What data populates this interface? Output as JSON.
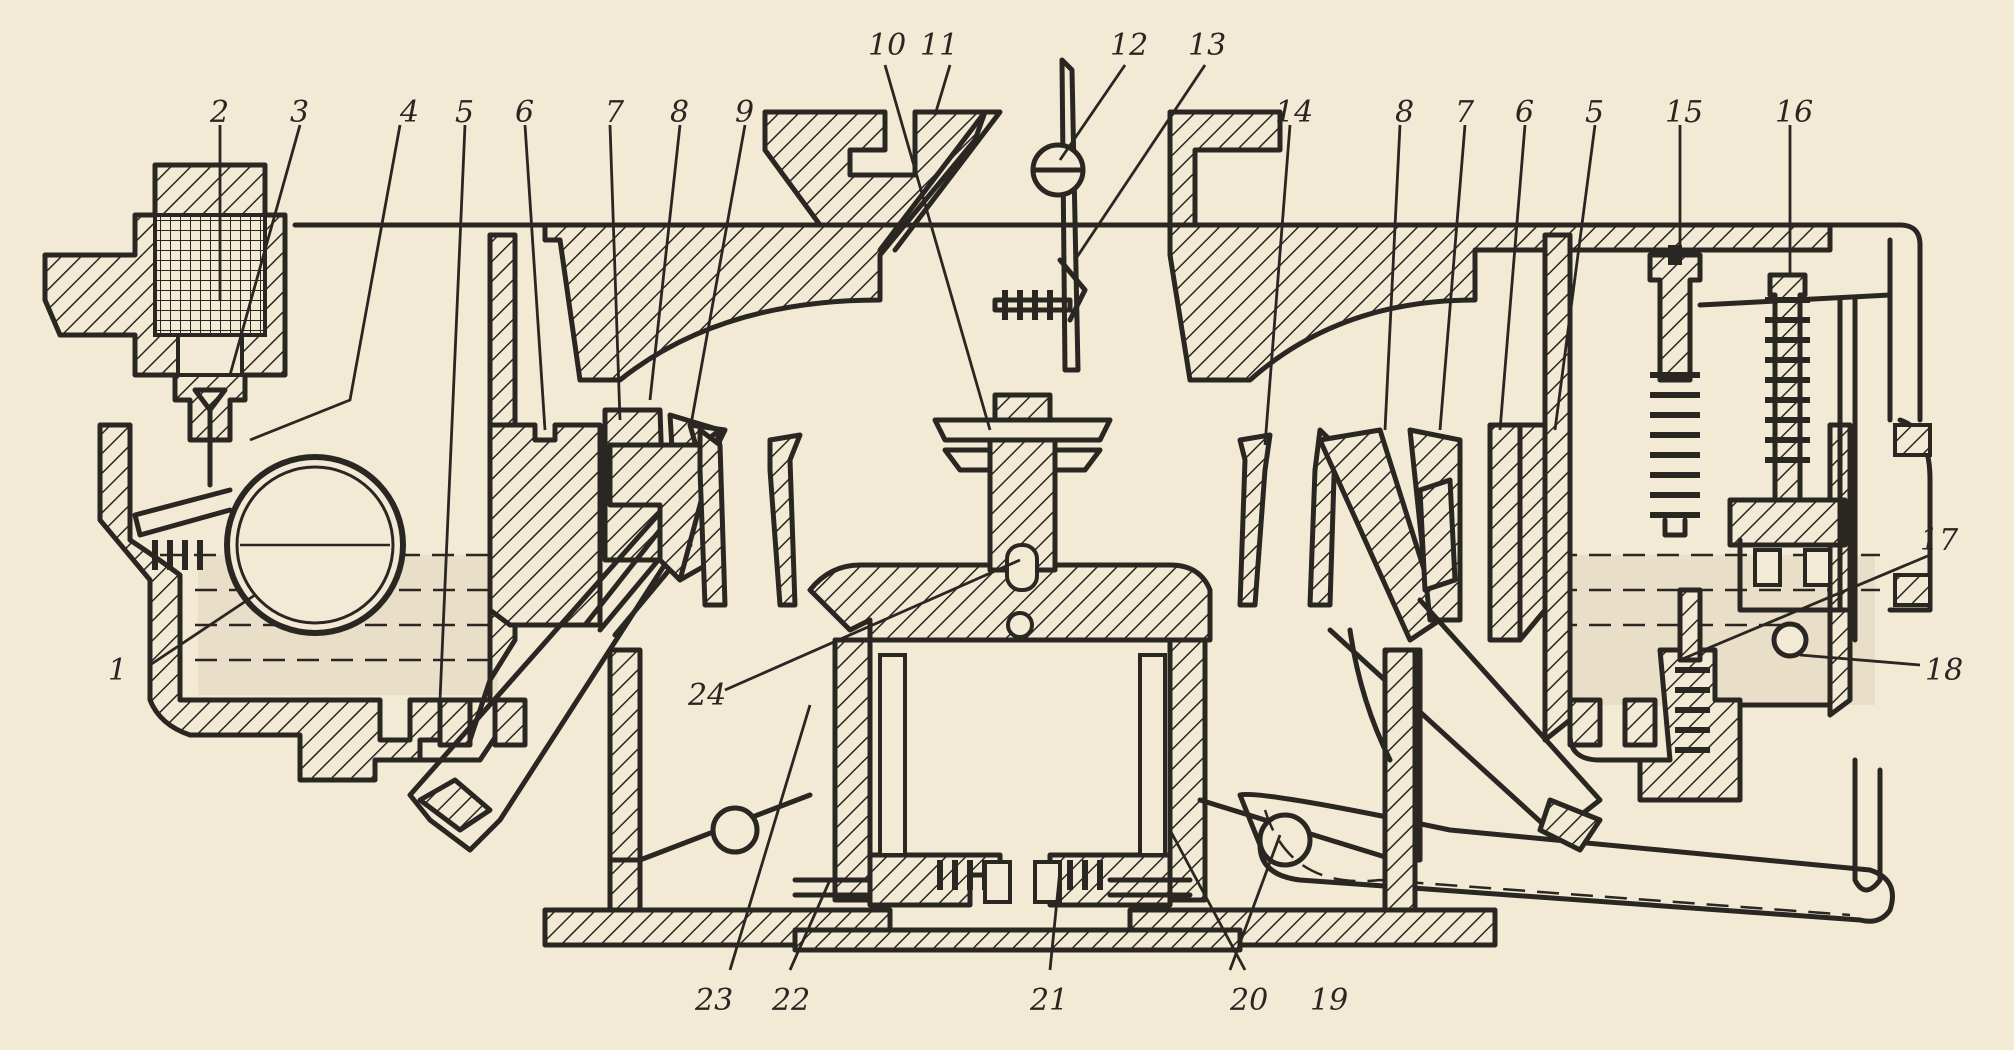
{
  "callouts": {
    "c1": "1",
    "c2": "2",
    "c3": "3",
    "c4": "4",
    "c5l": "5",
    "c6l": "6",
    "c7l": "7",
    "c8l": "8",
    "c9": "9",
    "c10": "10",
    "c11": "11",
    "c12": "12",
    "c13": "13",
    "c14": "14",
    "c8r": "8",
    "c7r": "7",
    "c6r": "6",
    "c5r": "5",
    "c15": "15",
    "c16": "16",
    "c17": "17",
    "c18": "18",
    "c19": "19",
    "c20": "20",
    "c21": "21",
    "c22": "22",
    "c23": "23",
    "c24": "24"
  },
  "colors": {
    "paper": "#f3ead6",
    "ink": "#2a2622",
    "fuel": "#e9dfc8"
  }
}
